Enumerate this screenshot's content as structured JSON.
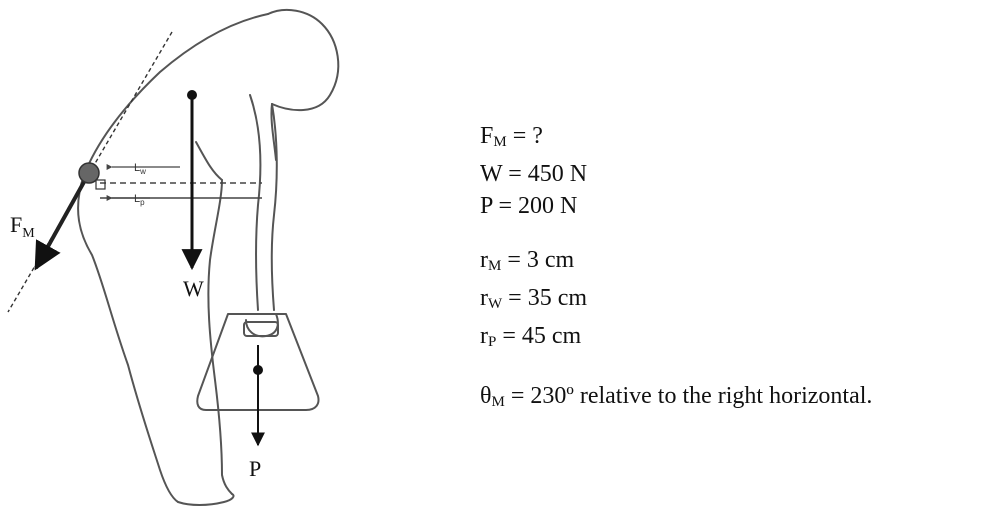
{
  "figure": {
    "labels": {
      "fm_base": "F",
      "fm_sub": "M",
      "w": "W",
      "p": "P",
      "lw_base": "L",
      "lw_sub": "w",
      "lp_base": "L",
      "lp_sub": "p"
    }
  },
  "givens": {
    "fm": {
      "base": "F",
      "sub": "M",
      "text": " = ?"
    },
    "w": {
      "text": "W = 450 N"
    },
    "p": {
      "text": "P = 200 N"
    },
    "rm": {
      "base": "r",
      "sub": "M",
      "text": " = 3 cm"
    },
    "rw": {
      "base": "r",
      "sub": "W",
      "text": " = 35 cm"
    },
    "rp": {
      "base": "r",
      "sub": "P",
      "text": " = 45 cm"
    },
    "theta": {
      "base": "θ",
      "sub": "M",
      "text": " = 230º relative to the right horizontal."
    }
  }
}
